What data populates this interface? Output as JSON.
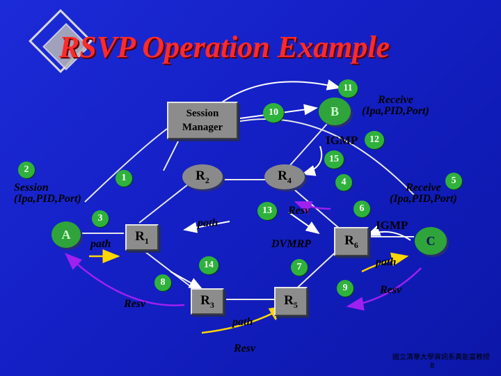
{
  "title": "RSVP Operation Example",
  "session_manager_label": "Session\nManager",
  "routers": {
    "r1": {
      "main": "R",
      "sub": "1"
    },
    "r2": {
      "main": "R",
      "sub": "2"
    },
    "r3": {
      "main": "R",
      "sub": "3"
    },
    "r4": {
      "main": "R",
      "sub": "4"
    },
    "r5": {
      "main": "R",
      "sub": "5"
    },
    "r6": {
      "main": "R",
      "sub": "6"
    }
  },
  "hosts": {
    "a": "A",
    "b": "B",
    "c": "C"
  },
  "steps": [
    "1",
    "2",
    "3",
    "4",
    "5",
    "6",
    "7",
    "8",
    "9",
    "10",
    "11",
    "12",
    "13",
    "14",
    "15"
  ],
  "labels": {
    "receive_top": "Receive\n(Ipa,PID,Port)",
    "receive_right": "Receive\n(Ipa,PID,Port)",
    "session_left": "Session\n(Ipa,PID,Port)",
    "igmp_top": "IGMP",
    "igmp_right": "IGMP",
    "dvmrp": "DVMRP",
    "path_left": "path",
    "path_mid": "path",
    "path_bottom": "path",
    "path_right": "path",
    "resv_left": "Resv",
    "resv_mid": "Resv",
    "resv_bottom": "Resv",
    "resv_right": "Resv"
  },
  "footer": {
    "institution": "國立清華大學資訊系黃能富教授",
    "page_number": "8"
  },
  "colors": {
    "background": "#1420c4",
    "title": "#ff2a2a",
    "step_circle": "#2fb23c",
    "node_gray": "#8a8a8a",
    "link_line": "#e8e8e8",
    "path_arrow": "#ffd700",
    "resv_arrow": "#a020f0"
  }
}
